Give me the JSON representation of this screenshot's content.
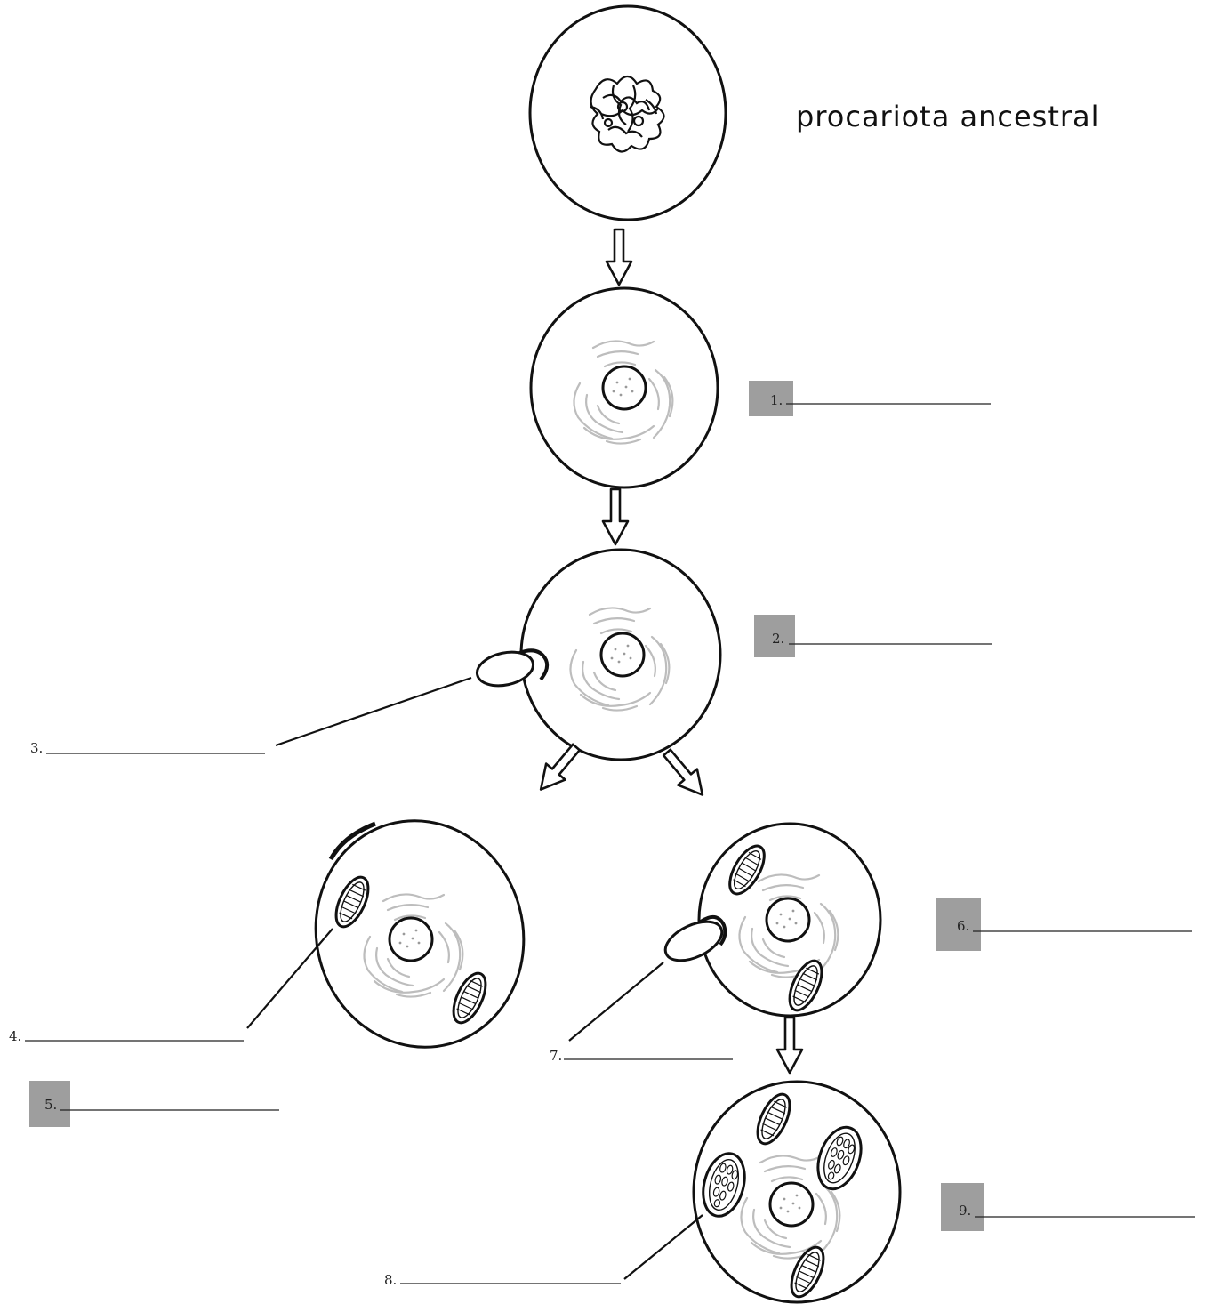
{
  "title": "procariota ancestral",
  "labels": {
    "l1": "1.",
    "l2": "2.",
    "l3": "3.",
    "l4": "4.",
    "l5": "5.",
    "l6": "6.",
    "l7": "7.",
    "l8": "8.",
    "l9": "9."
  }
}
